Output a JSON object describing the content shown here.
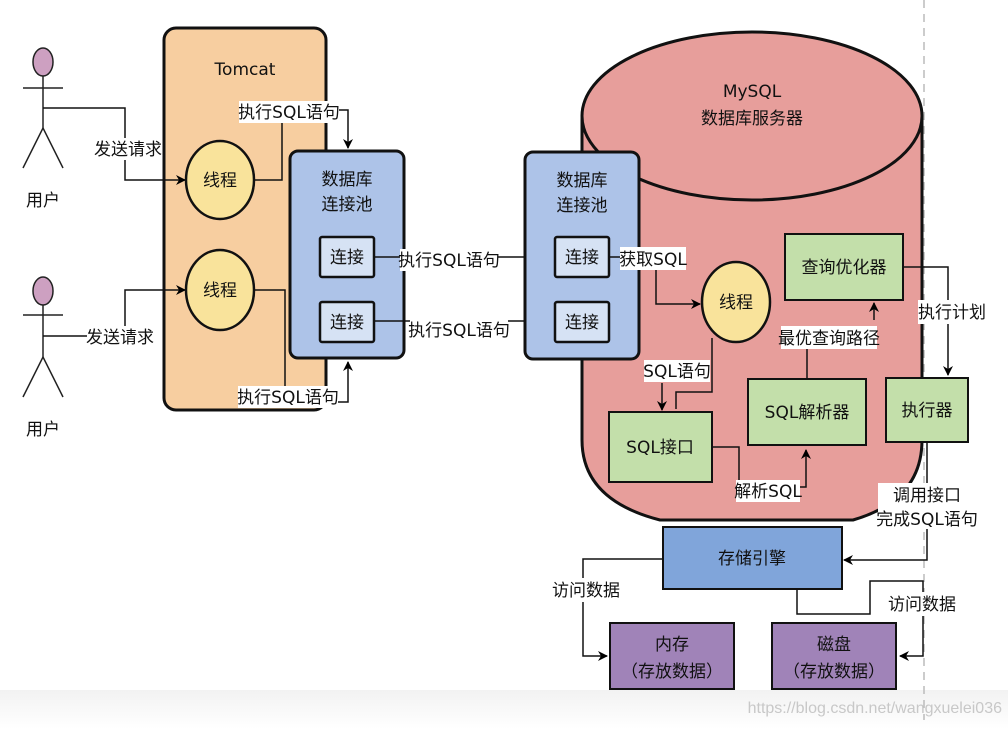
{
  "users": [
    {
      "label": "用户",
      "action": "发送请求"
    },
    {
      "label": "用户",
      "action": "发送请求"
    }
  ],
  "tomcat": {
    "title": "Tomcat",
    "threads": [
      "线程",
      "线程"
    ],
    "exec_labels": [
      "执行SQL语句",
      "执行SQL语句"
    ]
  },
  "client_pool": {
    "title_line1": "数据库",
    "title_line2": "连接池",
    "connections": [
      "连接",
      "连接"
    ]
  },
  "links": [
    "执行SQL语句",
    "执行SQL语句"
  ],
  "server_pool": {
    "title_line1": "数据库",
    "title_line2": "连接池",
    "connections": [
      "连接",
      "连接"
    ]
  },
  "mysql": {
    "title_line1": "MySQL",
    "title_line2": "数据库服务器",
    "get_sql": "获取SQL",
    "thread": "线程",
    "sql_statement": "SQL语句",
    "sql_interface": "SQL接口",
    "parse_sql": "解析SQL",
    "sql_parser": "SQL解析器",
    "best_path": "最优查询路径",
    "optimizer": "查询优化器",
    "exec_plan": "执行计划",
    "executor": "执行器",
    "call_line1": "调用接口",
    "call_line2": "完成SQL语句"
  },
  "storage": {
    "engine": "存储引擎",
    "access_left": "访问数据",
    "access_right": "访问数据",
    "memory_line1": "内存",
    "memory_line2": "（存放数据）",
    "disk_line1": "磁盘",
    "disk_line2": "（存放数据）"
  },
  "colors": {
    "tomcat": "#f7ceA0",
    "pool": "#adc3e8",
    "connection": "#d6e2f4",
    "thread": "#f9e39b",
    "mysql": "#e79e9b",
    "component": "#c3dfaa",
    "engine": "#80a5da",
    "storage": "#a083b8",
    "actor": "#cda0c1"
  },
  "watermark": "https://blog.csdn.net/wangxuelei036"
}
